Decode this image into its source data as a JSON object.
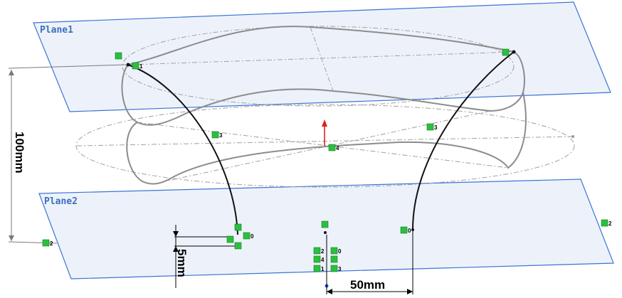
{
  "planes": [
    {
      "label": "Plane1"
    },
    {
      "label": "Plane2"
    }
  ],
  "dimensions": {
    "height": "100mm",
    "offset": "5mm",
    "width": "50mm"
  },
  "relations": {
    "r_1": "1",
    "r_3a": "3",
    "r_4": "4",
    "r_3b": "3",
    "r_2left": "2",
    "r_0a": "0",
    "r_2b": "2",
    "r_0b": "0",
    "r_4b": "4",
    "r_1b": "1",
    "r_3c": "3",
    "r_0c": "0",
    "r_2right": "2"
  },
  "colors": {
    "plane_fill": "#dfe8f6",
    "plane_edge": "#3c74d6",
    "relation_icon": "#2bbf3f",
    "origin_arrow": "#e02020"
  }
}
